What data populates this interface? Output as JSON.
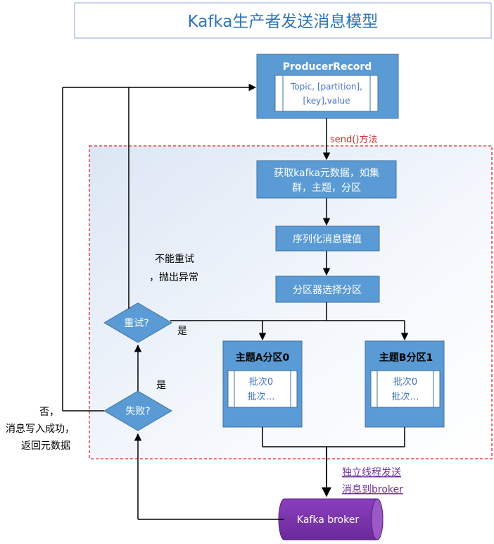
{
  "title": "Kafka生产者发送消息模型",
  "producer_record": {
    "header": "ProducerRecord",
    "line1": "Topic, [partition],",
    "line2": "[key],value"
  },
  "send_label": "send()方法",
  "steps": {
    "fetch_metadata_line1": "获取kafka元数据，如集",
    "fetch_metadata_line2": "群，主题，分区",
    "serialize": "序列化消息键值",
    "partitioner": "分区器选择分区"
  },
  "partitions": {
    "a": {
      "header": "主题A分区0",
      "batch1": "批次0",
      "batch2": "批次…"
    },
    "b": {
      "header": "主题B分区1",
      "batch1": "批次0",
      "batch2": "批次…"
    }
  },
  "decisions": {
    "retry": "重试?",
    "failed": "失败?"
  },
  "labels": {
    "no_retry_line1": "不能重试",
    "no_retry_line2": "，抛出异常",
    "yes_retry": "是",
    "yes_failed": "是",
    "no_line1": "否，",
    "no_line2": "消息写入成功，",
    "no_line3": "返回元数据",
    "thread_line1": "独立线程发送",
    "thread_line2": "消息到broker"
  },
  "broker": "Kafka broker",
  "colors": {
    "box_fill": "#5B9BD5",
    "box_stroke": "#41719C",
    "inner_fill": "#FFFFFF",
    "inner_text": "#4472C4",
    "dashed_border": "#E8202A",
    "send_text": "#D9262C",
    "thread_text": "#7030A0",
    "broker_fill": "#7030A0",
    "title_text": "#2E75B6",
    "line": "#000000"
  }
}
